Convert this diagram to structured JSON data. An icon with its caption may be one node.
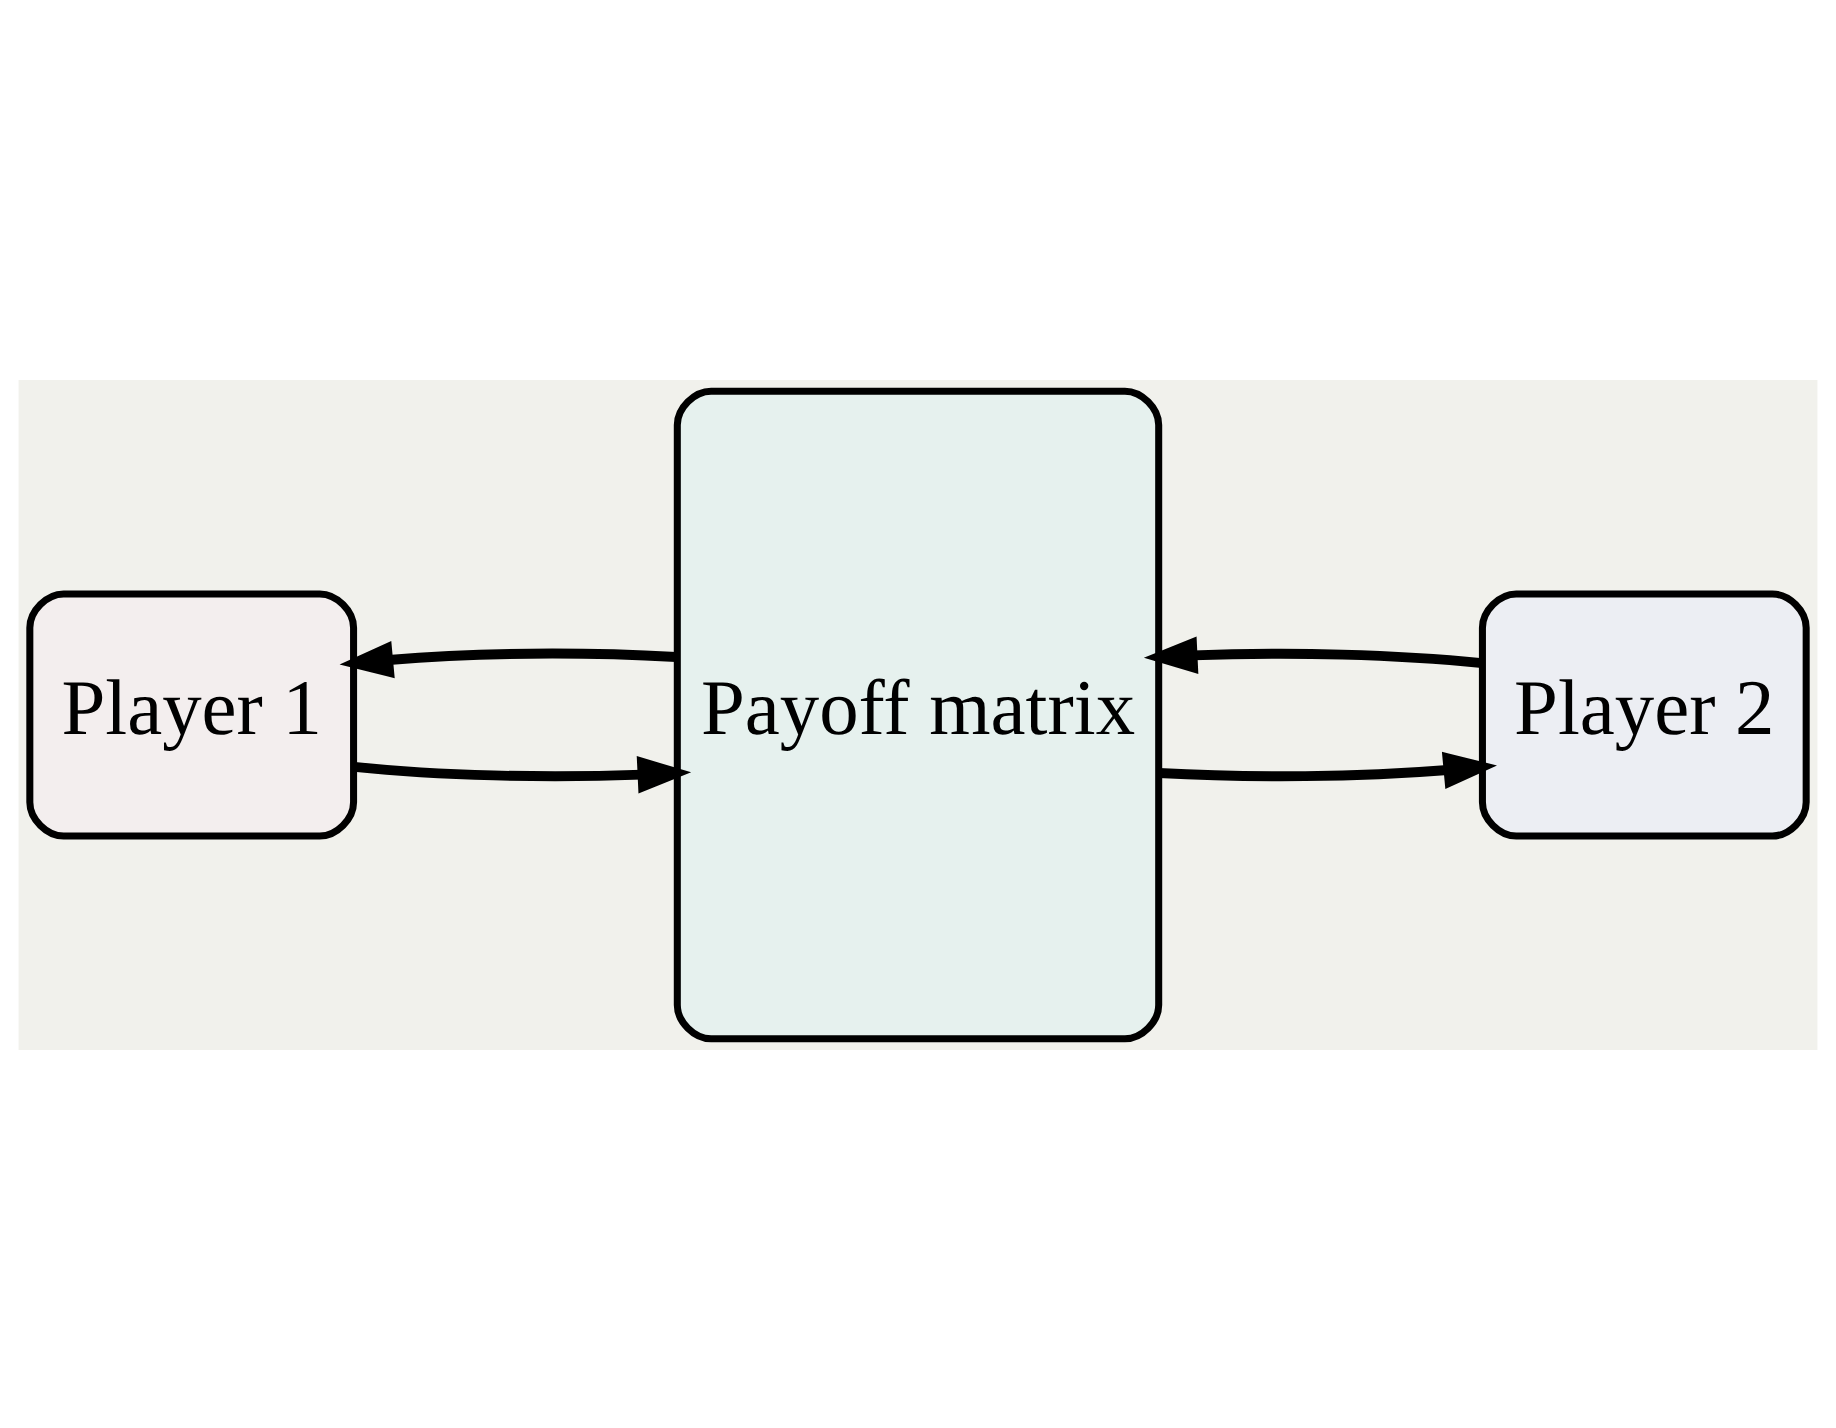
{
  "diagram": {
    "nodes": [
      {
        "text": [
          "Player 1"
        ]
      },
      {
        "text": [
          "Player 2"
        ]
      },
      {
        "text": [
          "Payoff matrix"
        ]
      }
    ],
    "edges": [
      {
        "from": 0,
        "to": 2,
        "arrow": "to"
      },
      {
        "from": 1,
        "to": 2,
        "arrow": "to"
      },
      {
        "from": 2,
        "to": 0,
        "arrow": "to"
      },
      {
        "from": 2,
        "to": 1,
        "arrow": "to"
      }
    ]
  }
}
